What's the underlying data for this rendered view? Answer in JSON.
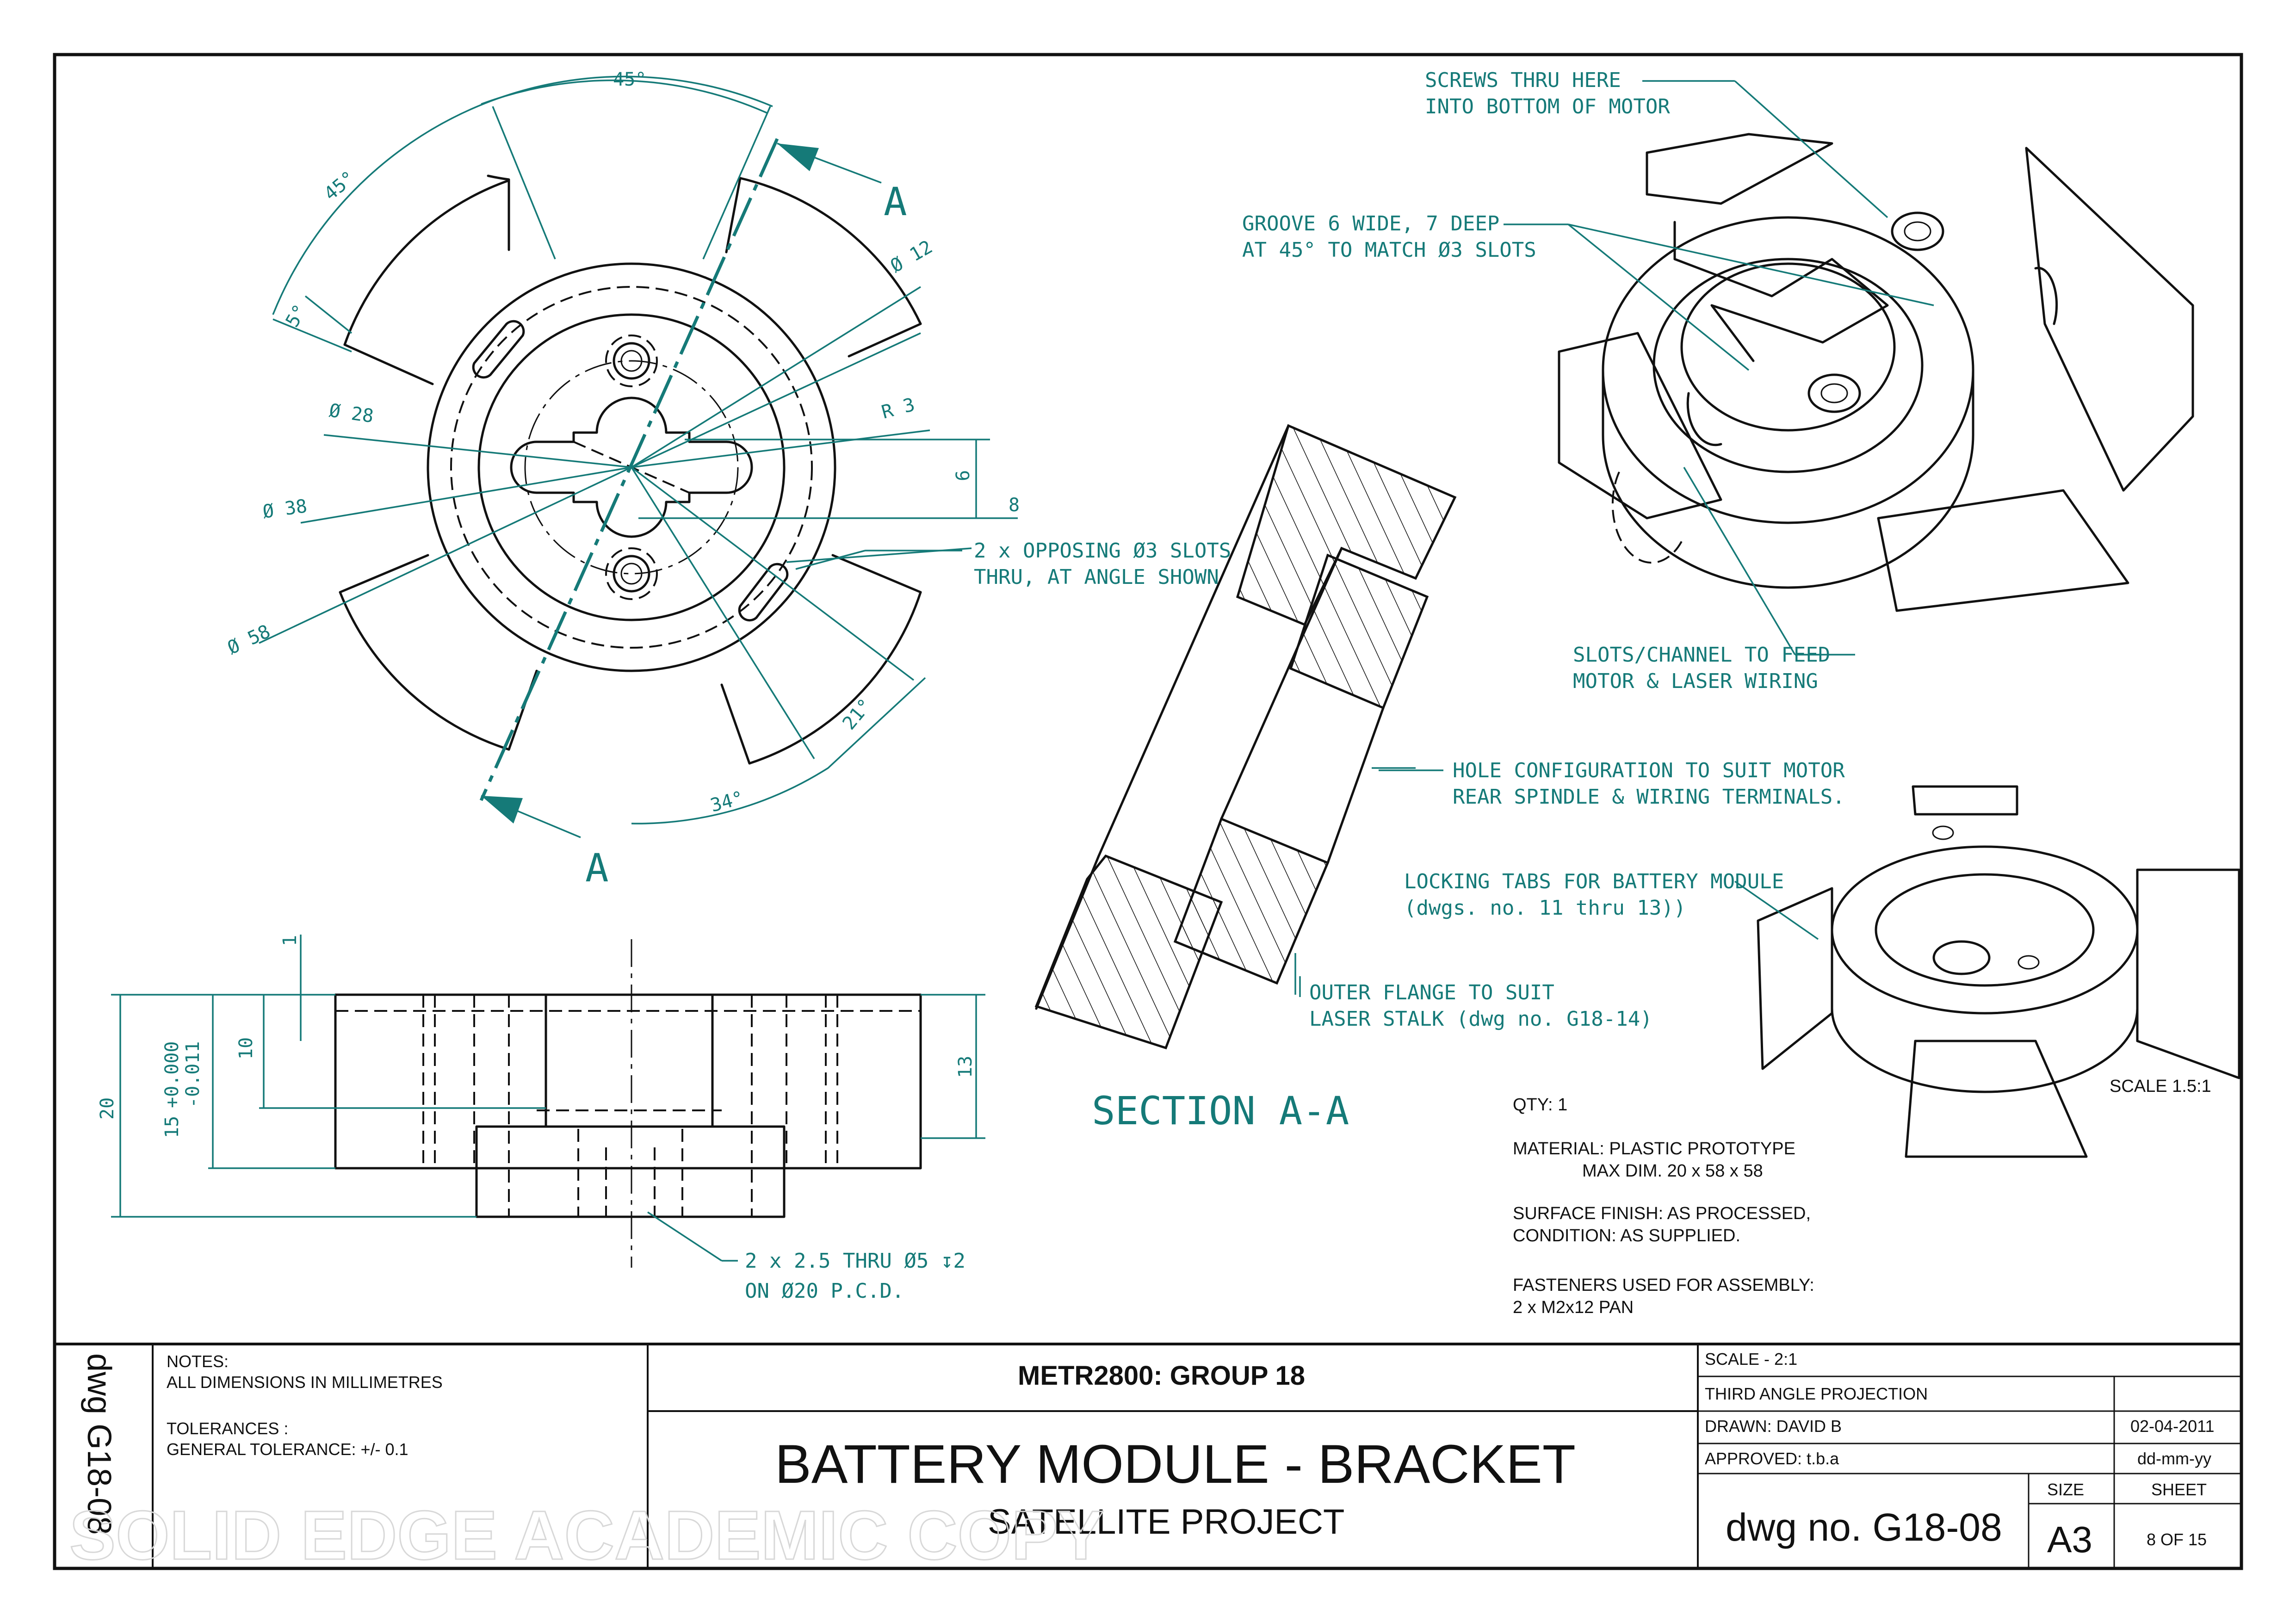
{
  "annotations": {
    "screws_1": "SCREWS THRU HERE",
    "screws_2": "INTO BOTTOM OF MOTOR",
    "groove_1": "GROOVE  6 WIDE, 7 DEEP",
    "groove_2": "AT 45° TO MATCH Ø3 SLOTS",
    "slots_1": "2  x  OPPOSING Ø3 SLOTS",
    "slots_2": "THRU, AT ANGLE SHOWN",
    "channel_1": "SLOTS/CHANNEL TO FEED",
    "channel_2": "MOTOR & LASER WIRING",
    "hole_1": "HOLE CONFIGURATION TO SUIT MOTOR",
    "hole_2": "REAR SPINDLE & WIRING TERMINALS.",
    "tabs_1": "LOCKING TABS FOR BATTERY MODULE",
    "tabs_2": "(dwgs. no. 11 thru 13))",
    "flange_1": "OUTER FLANGE TO SUIT",
    "flange_2": "LASER STALK (dwg no. G18-14)",
    "thru_1": "2  x  2.5 THRU     Ø5  ↧2",
    "thru_2": "ON Ø20 P.C.D.",
    "section_title": "SECTION A-A",
    "section_a_top": "A",
    "section_a_bottom": "A",
    "scale_iso": "SCALE  1.5:1"
  },
  "dimensions": {
    "angle_45_top": "45°",
    "angle_45_left": "45°",
    "angle_5": "5°",
    "dia_12": "Ø 12",
    "r_3": "R 3",
    "dia_28": "Ø 28",
    "dia_38": "Ø 38",
    "dia_58": "Ø 58",
    "six": "6",
    "eight": "8",
    "angle_21": "21°",
    "angle_34": "34°",
    "one": "1",
    "ten": "10",
    "twenty": "20",
    "fifteen": "15",
    "tol_plus": "+0.000",
    "tol_minus": "-0.011",
    "thirteen": "13"
  },
  "specs": {
    "qty": "QTY:  1",
    "material_1": "MATERIAL:   PLASTIC PROTOTYPE",
    "material_2": "MAX DIM.   20  x  58  x  58",
    "finish_1": "SURFACE FINISH:   AS PROCESSED,",
    "finish_2": "CONDITION:   AS SUPPLIED.",
    "fasteners_1": "FASTENERS USED FOR ASSEMBLY:",
    "fasteners_2": "2  x  M2x12 PAN"
  },
  "title_block": {
    "side_label": "dwg G18-08",
    "notes_label": "NOTES:",
    "notes_line": "ALL DIMENSIONS IN MILLIMETRES",
    "tol_label": "TOLERANCES :",
    "tol_line": "GENERAL TOLERANCE:   +/- 0.1",
    "course": "METR2800:  GROUP 18",
    "title": "BATTERY MODULE - BRACKET",
    "subtitle": "SATELLITE PROJECT",
    "scale": "SCALE - 2:1",
    "projection": "THIRD ANGLE PROJECTION",
    "drawn": "DRAWN:   DAVID B",
    "drawn_date": "02-04-2011",
    "approved": "APPROVED:    t.b.a",
    "approved_date": "dd-mm-yy",
    "size_label": "SIZE",
    "sheet_label": "SHEET",
    "dwg_no": "dwg no. G18-08",
    "size": "A3",
    "sheet": "8 OF 15",
    "watermark": "SOLID EDGE ACADEMIC COPY"
  },
  "colors": {
    "annotation": "#157a78",
    "linework": "#111111"
  }
}
